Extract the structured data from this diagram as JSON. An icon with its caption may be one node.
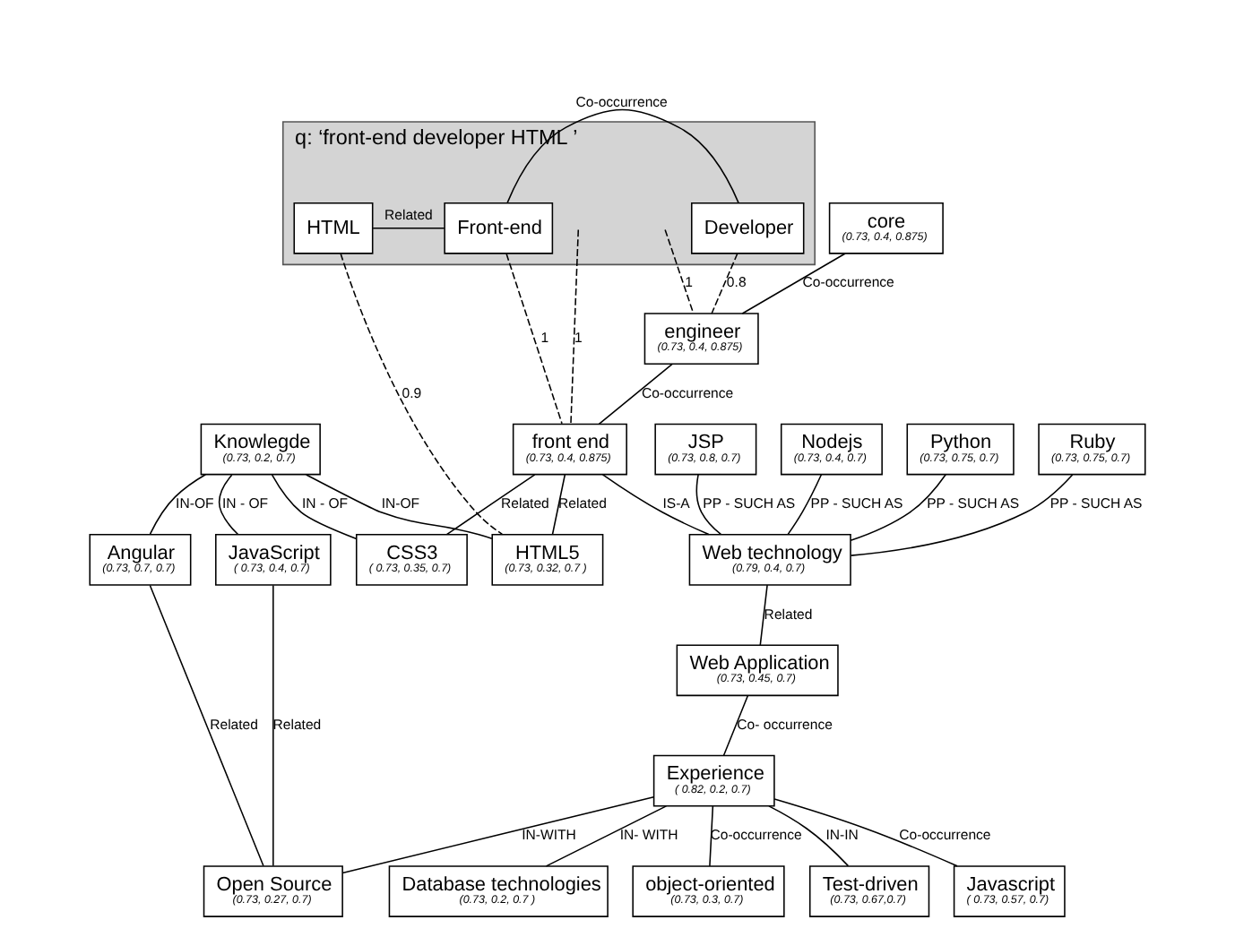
{
  "diagram": {
    "nodes": [
      {
        "text": [
          "q: ‘front-end developer HTML ’"
        ]
      },
      {
        "text": [
          "Developer"
        ],
        "in": 0
      },
      {
        "text": [
          "Front-end"
        ],
        "in": 0
      },
      {
        "text": [
          "HTML"
        ],
        "in": 0
      },
      {
        "text": [
          "core",
          "(0.73, 0.4, 0.875)"
        ]
      },
      {
        "text": [
          "engineer",
          "(0.73, 0.4, 0.875)"
        ]
      },
      {
        "text": [
          "front end",
          "(0.73, 0.4, 0.875)"
        ]
      },
      {
        "text": [
          "HTML5",
          "(0.73, 0.32, 0.7 )"
        ]
      },
      {
        "text": [
          "Nodejs",
          "(0.73, 0.4, 0.7)"
        ]
      },
      {
        "text": [
          "Python",
          "(0.73, 0.75, 0.7)"
        ]
      },
      {
        "text": [
          "Ruby",
          "(0.73, 0.75, 0.7)"
        ]
      },
      {
        "text": [
          "JSP",
          "(0.73, 0.8, 0.7)"
        ]
      },
      {
        "text": [
          "Web technology",
          "(0.79, 0.4, 0.7)"
        ]
      },
      {
        "text": [
          "Knowlegde",
          "(0.73, 0.2, 0.7)"
        ]
      },
      {
        "text": [
          "JavaScript",
          "( 0.73, 0.4, 0.7)"
        ]
      },
      {
        "text": [
          "CSS3",
          "( 0.73, 0.35, 0.7)"
        ]
      },
      {
        "text": [
          "Angular",
          "(0.73, 0.7, 0.7)"
        ]
      },
      {
        "text": [
          "Database technologies",
          "(0.73, 0.2, 0.7 )"
        ]
      },
      {
        "text": [
          "Web Application",
          "(0.73, 0.45, 0.7)"
        ]
      },
      {
        "text": [
          "Experience",
          "( 0.82, 0.2, 0.7)"
        ]
      },
      {
        "text": [
          "Open Source",
          "(0.73, 0.27, 0.7)"
        ]
      },
      {
        "text": [
          "object-oriented",
          "(0.73, 0.3, 0.7)"
        ]
      },
      {
        "text": [
          "Test-driven",
          "(0.73, 0.67,0.7)"
        ]
      },
      {
        "text": [
          "Javascript",
          "( 0.73, 0.57, 0.7)"
        ]
      }
    ],
    "edges": [
      {
        "from": 1,
        "to": 2,
        "arrow": "none",
        "label": "Co-occurrence"
      },
      {
        "from": 2,
        "to": 3,
        "arrow": "none",
        "label": "Related"
      },
      {
        "from": 1,
        "to": 5,
        "arrow": "none",
        "label": "0.8",
        "style": "dashed"
      },
      {
        "from": null,
        "to": 5,
        "arrow": "none",
        "label": "1",
        "style": "dashed"
      },
      {
        "from": 2,
        "to": 6,
        "arrow": "none",
        "label": "1",
        "style": "dashed"
      },
      {
        "from": null,
        "to": 6,
        "arrow": "none",
        "label": "1",
        "style": "dashed"
      },
      {
        "from": 3,
        "to": 7,
        "arrow": "none",
        "label": "0.9",
        "style": "dashed"
      },
      {
        "from": 4,
        "to": 5,
        "arrow": "none",
        "label": "Co-occurrence"
      },
      {
        "from": 5,
        "to": 6,
        "arrow": "none",
        "label": "Co-occurrence"
      },
      {
        "from": 6,
        "to": 15,
        "arrow": "none",
        "label": "Related"
      },
      {
        "from": 6,
        "to": 7,
        "arrow": "none",
        "label": "Related"
      },
      {
        "from": 6,
        "to": 12,
        "arrow": "none",
        "label": "IS-A"
      },
      {
        "from": 8,
        "to": 12,
        "arrow": "none",
        "label": "PP - SUCH AS"
      },
      {
        "from": 9,
        "to": 12,
        "arrow": "none",
        "label": "PP - SUCH AS"
      },
      {
        "from": 10,
        "to": 12,
        "arrow": "none",
        "label": "PP - SUCH AS"
      },
      {
        "from": 11,
        "to": 12,
        "arrow": "none",
        "label": "PP - SUCH AS"
      },
      {
        "from": 12,
        "to": 18,
        "arrow": "none",
        "label": "Related"
      },
      {
        "from": 13,
        "to": 7,
        "arrow": "none",
        "label": "IN-OF"
      },
      {
        "from": 13,
        "to": 14,
        "arrow": "none",
        "label": "IN - OF"
      },
      {
        "from": 13,
        "to": 15,
        "arrow": "none",
        "label": "IN - OF"
      },
      {
        "from": 13,
        "to": 16,
        "arrow": "none",
        "label": "IN-OF"
      },
      {
        "from": 14,
        "to": 20,
        "arrow": "none",
        "label": "Related"
      },
      {
        "from": 16,
        "to": 20,
        "arrow": "none",
        "label": "Related"
      },
      {
        "from": 18,
        "to": 19,
        "arrow": "none",
        "label": "Co- occurrence"
      },
      {
        "from": 19,
        "to": 17,
        "arrow": "none",
        "label": "IN- WITH"
      },
      {
        "from": 19,
        "to": 20,
        "arrow": "none",
        "label": "IN-WITH"
      },
      {
        "from": 19,
        "to": 21,
        "arrow": "none",
        "label": "Co-occurrence"
      },
      {
        "from": 19,
        "to": 23,
        "arrow": "none",
        "label": "Co-occurrence"
      },
      {
        "from": 19,
        "to": 22,
        "arrow": "none",
        "label": "IN-IN"
      }
    ]
  }
}
